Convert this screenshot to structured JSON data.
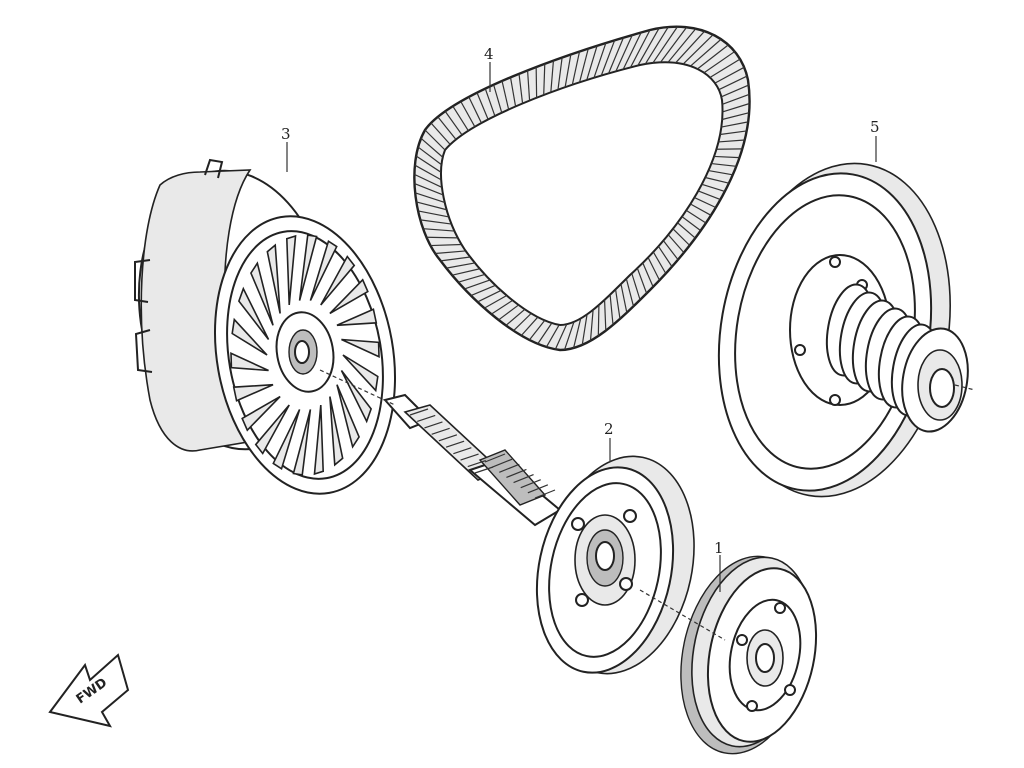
{
  "diagram": {
    "parts": [
      {
        "id": "part-1",
        "callout": "1",
        "name": "clutch-shoe-assembly"
      },
      {
        "id": "part-2",
        "callout": "2",
        "name": "clutch-housing-drum"
      },
      {
        "id": "part-3",
        "callout": "3",
        "name": "drive-pulley-assembly"
      },
      {
        "id": "part-4",
        "callout": "4",
        "name": "drive-belt"
      },
      {
        "id": "part-5",
        "callout": "5",
        "name": "driven-pulley-assembly"
      }
    ],
    "fwd_label": "FWD",
    "colors": {
      "line": "#222222",
      "background": "#ffffff",
      "fill": "#e9e9e9"
    }
  }
}
